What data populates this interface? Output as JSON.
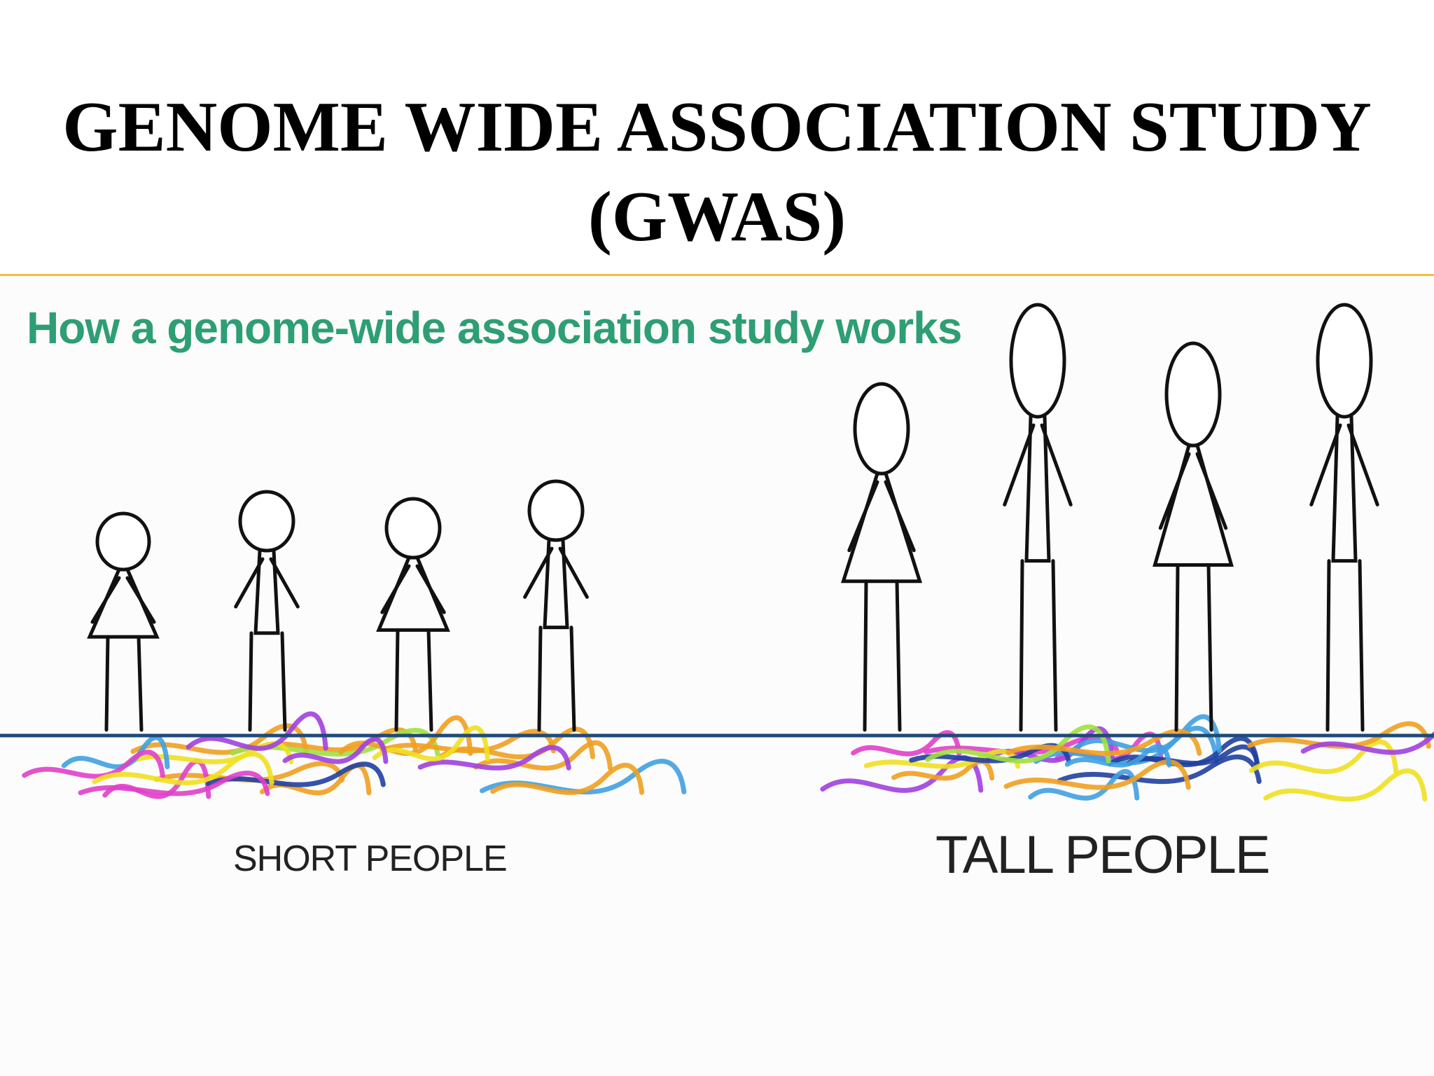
{
  "slide": {
    "title_line1": "GENOME WIDE ASSOCIATION STUDY",
    "title_line2": "(GWAS)"
  },
  "diagram": {
    "subtitle": "How a genome-wide association study works",
    "groups": [
      {
        "label": "SHORT PEOPLE",
        "count": 4
      },
      {
        "label": "TALL PEOPLE",
        "count": 4
      }
    ],
    "colors": {
      "subtitle": "#2e9e74",
      "ground_line": "#1f4a7a",
      "divider": "#f0c040",
      "dna_strands": [
        "#e040c8",
        "#a040e0",
        "#30e0c0",
        "#f0a020",
        "#a0e040",
        "#40a0e0",
        "#f0e020",
        "#2040a0"
      ]
    }
  }
}
